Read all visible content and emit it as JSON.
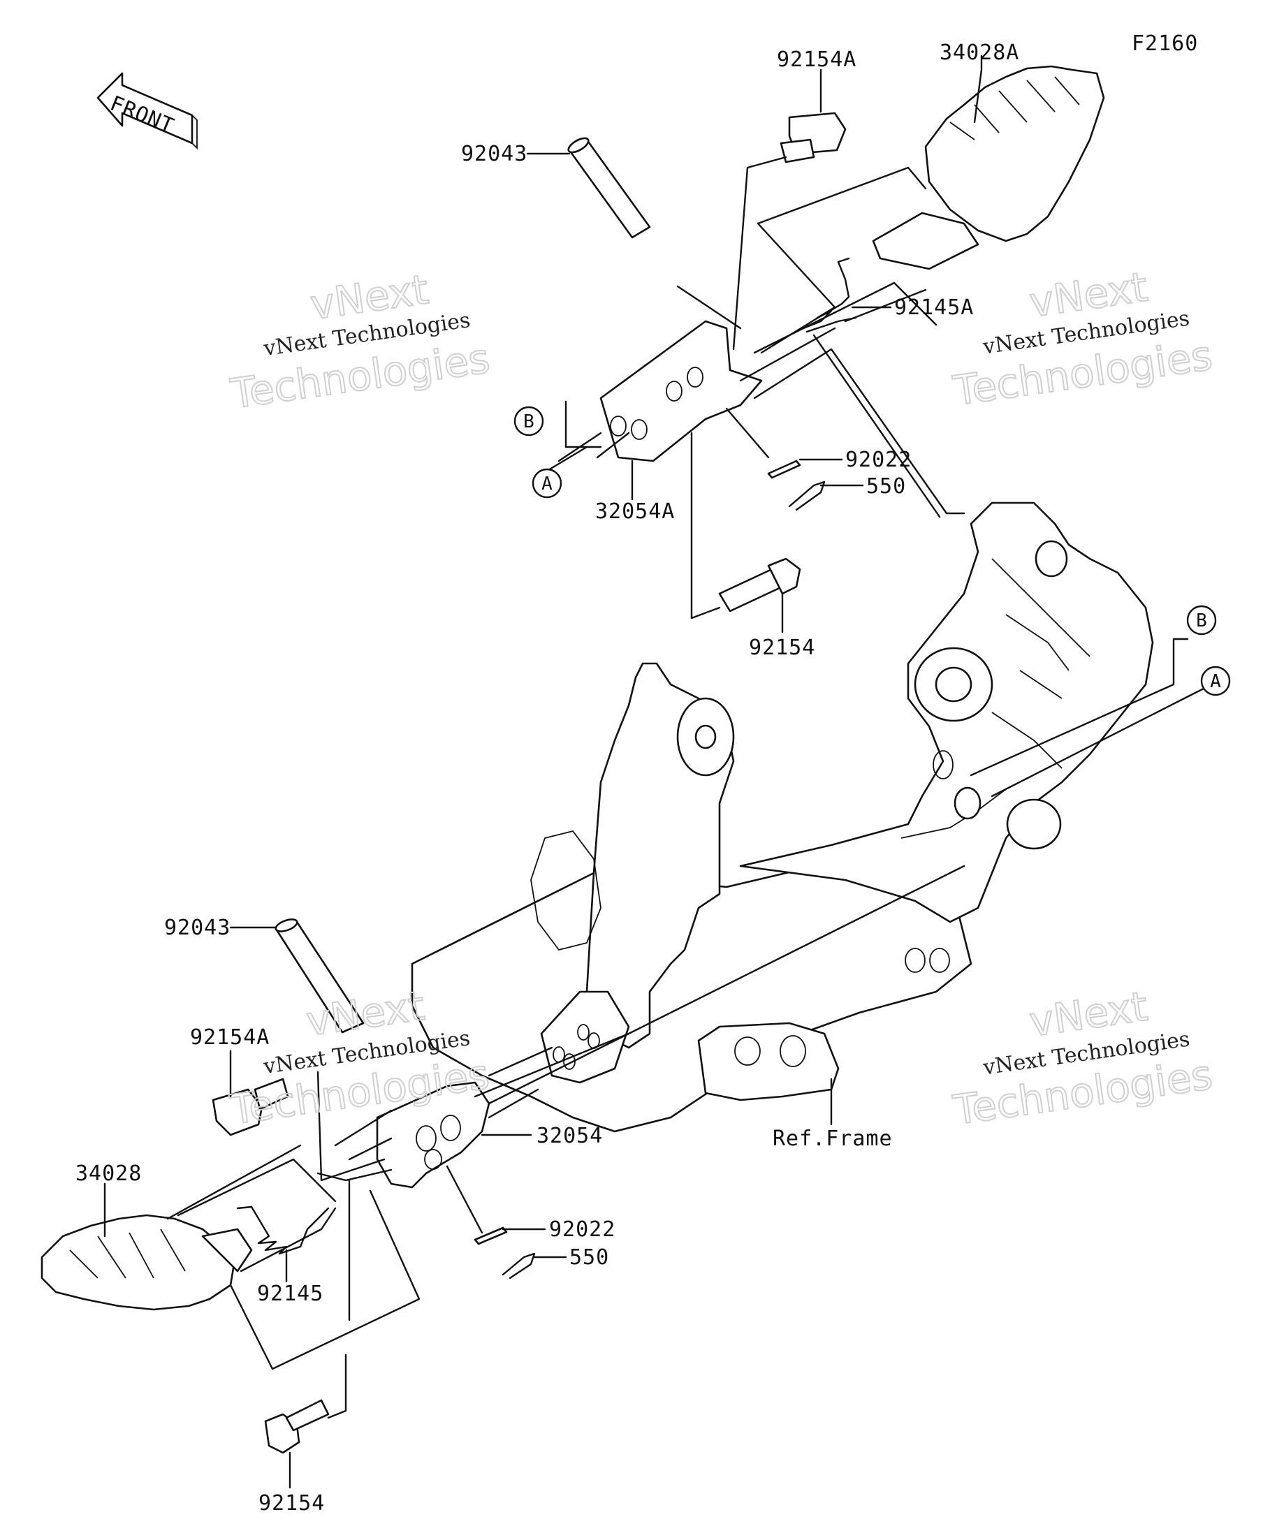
{
  "figure_code": "F2160",
  "front_arrow_label": "FRONT",
  "watermark": {
    "line1": "vNext Technologies",
    "line2": "vNext",
    "line3": "Technologies"
  },
  "markers": {
    "a": "A",
    "b": "B"
  },
  "parts": {
    "p92154A_top": "92154A",
    "p34028A": "34028A",
    "p92043_top": "92043",
    "p92145A": "92145A",
    "p92022_top": "92022",
    "p550_top": "550",
    "p32054A": "32054A",
    "p92154_top": "92154",
    "p92043_bottom": "92043",
    "p92154A_bottom": "92154A",
    "p32054": "32054",
    "ref_frame": "Ref.Frame",
    "p34028": "34028",
    "p92145": "92145",
    "p92022_bottom": "92022",
    "p550_bottom": "550",
    "p92154_bottom": "92154"
  }
}
